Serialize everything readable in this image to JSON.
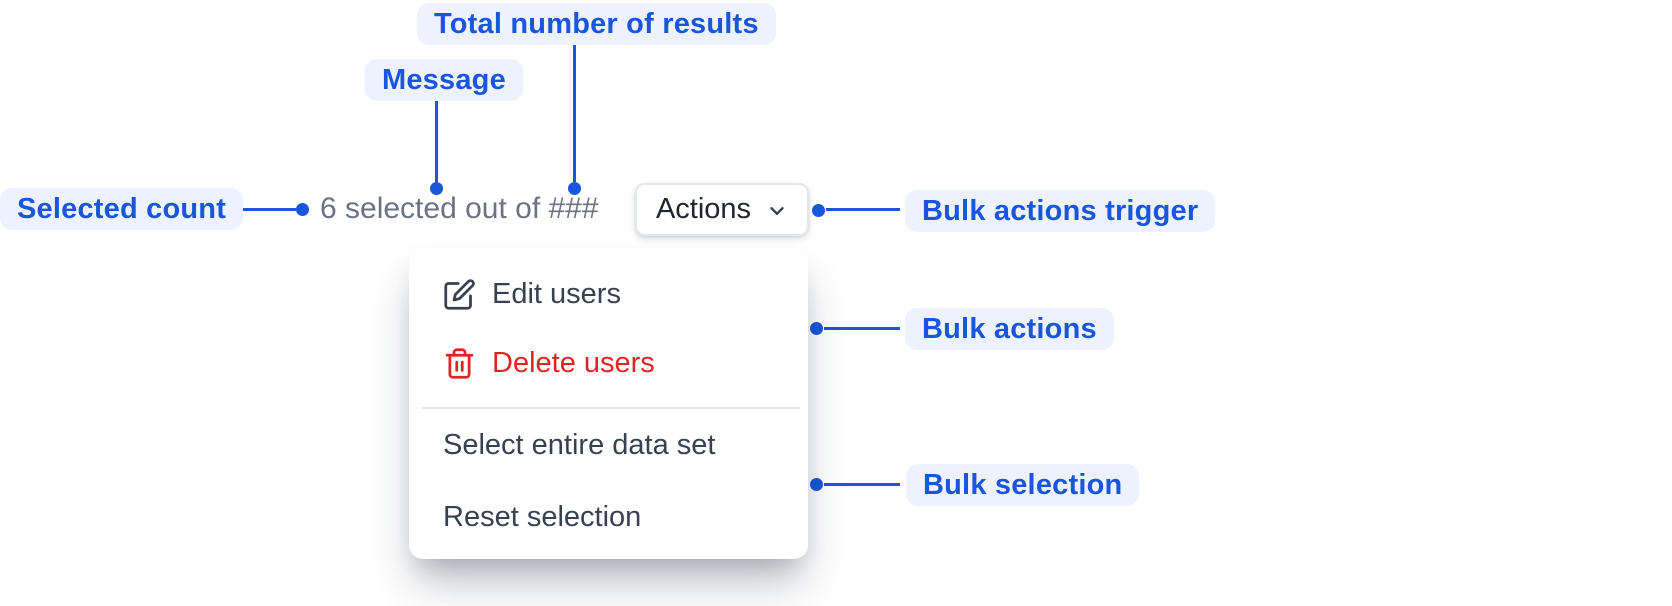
{
  "colors": {
    "accent_blue": "#1a56db",
    "label_background": "#edf2fe",
    "muted_text_gray": "#6b7280",
    "menu_text_gray": "#374151",
    "danger_red": "#e02424",
    "button_text": "#21262e",
    "button_border": "#e3e7ec"
  },
  "annotations": {
    "total_results": "Total number of results",
    "message": "Message",
    "selected_count": "Selected count",
    "bulk_actions_trigger": "Bulk actions trigger",
    "bulk_actions": "Bulk actions",
    "bulk_selection": "Bulk selection"
  },
  "toolbar": {
    "selection_message": "6 selected out of ###",
    "actions_label": "Actions"
  },
  "menu": {
    "items": [
      {
        "label": "Edit users",
        "icon": "edit-icon"
      },
      {
        "label": "Delete users",
        "icon": "trash-icon"
      },
      {
        "label": "Select entire data set",
        "icon": ""
      },
      {
        "label": "Reset selection",
        "icon": ""
      }
    ]
  }
}
